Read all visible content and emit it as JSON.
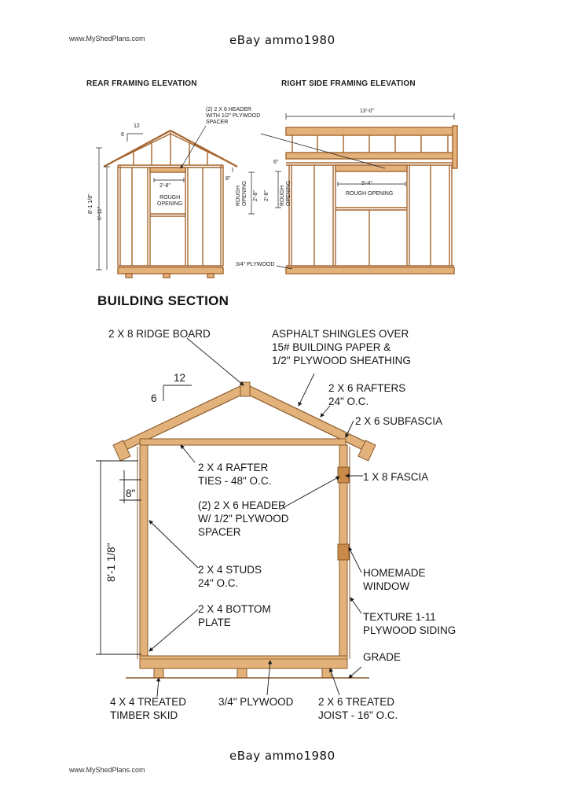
{
  "header": {
    "site": "www.MyShedPlans.com",
    "watermark": "eBay ammo1980"
  },
  "footer": {
    "site": "www.MyShedPlans.com",
    "watermark": "eBay ammo1980"
  },
  "rear": {
    "title": "REAR FRAMING ELEVATION",
    "slope_run": "12",
    "slope_rise": "6",
    "window_width": "2'-8\"",
    "rough_opening": "ROUGH\nOPENING",
    "overall_height": "8'-1 1/8\"",
    "wall_height": "6'-11\"",
    "header_callout": "(2) 2 X 6 HEADER\nWITH 1/2\" PLYWOOD\nSPACER",
    "header_depth": "8\"",
    "opening_vertical": "ROUGH\nOPENING",
    "window_height": "2'-8\""
  },
  "right": {
    "title": "RIGHT SIDE FRAMING ELEVATION",
    "length": "13'-0\"",
    "overhang": "6\"",
    "window_height": "2'-8\"",
    "opening_vertical": "ROUGH\nOPENING",
    "window_width": "5'-4\"",
    "rough_opening": "ROUGH OPENING",
    "floor_callout": "3/4\" PLYWOOD"
  },
  "section": {
    "title": "BUILDING SECTION",
    "ridge": "2 X 8 RIDGE BOARD",
    "shingles": "ASPHALT SHINGLES OVER\n15# BUILDING PAPER &\n1/2\" PLYWOOD SHEATHING",
    "slope_run": "12",
    "slope_rise": "6",
    "rafters": "2 X 6 RAFTERS\n24\" O.C.",
    "subfascia": "2 X 6 SUBFASCIA",
    "rafter_ties": "2 X 4 RAFTER\nTIES - 48\" O.C.",
    "fascia": "1 X 8 FASCIA",
    "header_depth": "8\"",
    "header": "(2) 2 X 6 HEADER\nW/ 1/2\" PLYWOOD\nSPACER",
    "overall_height": "8'-1 1/8\"",
    "studs": "2 X 4 STUDS\n24\" O.C.",
    "window": "HOMEMADE\nWINDOW",
    "bottom_plate": "2 X 4 BOTTOM\nPLATE",
    "siding": "TEXTURE 1-11\nPLYWOOD SIDING",
    "grade": "GRADE",
    "skid": "4 X 4 TREATED\nTIMBER SKID",
    "plywood": "3/4\" PLYWOOD",
    "joist": "2 X 6 TREATED\nJOIST - 16\" O.C."
  },
  "colors": {
    "wood": "#c98a4a",
    "wood_dark": "#8a5a2b",
    "wood_fill": "#e3b27a",
    "ink": "#1a1a1a"
  }
}
